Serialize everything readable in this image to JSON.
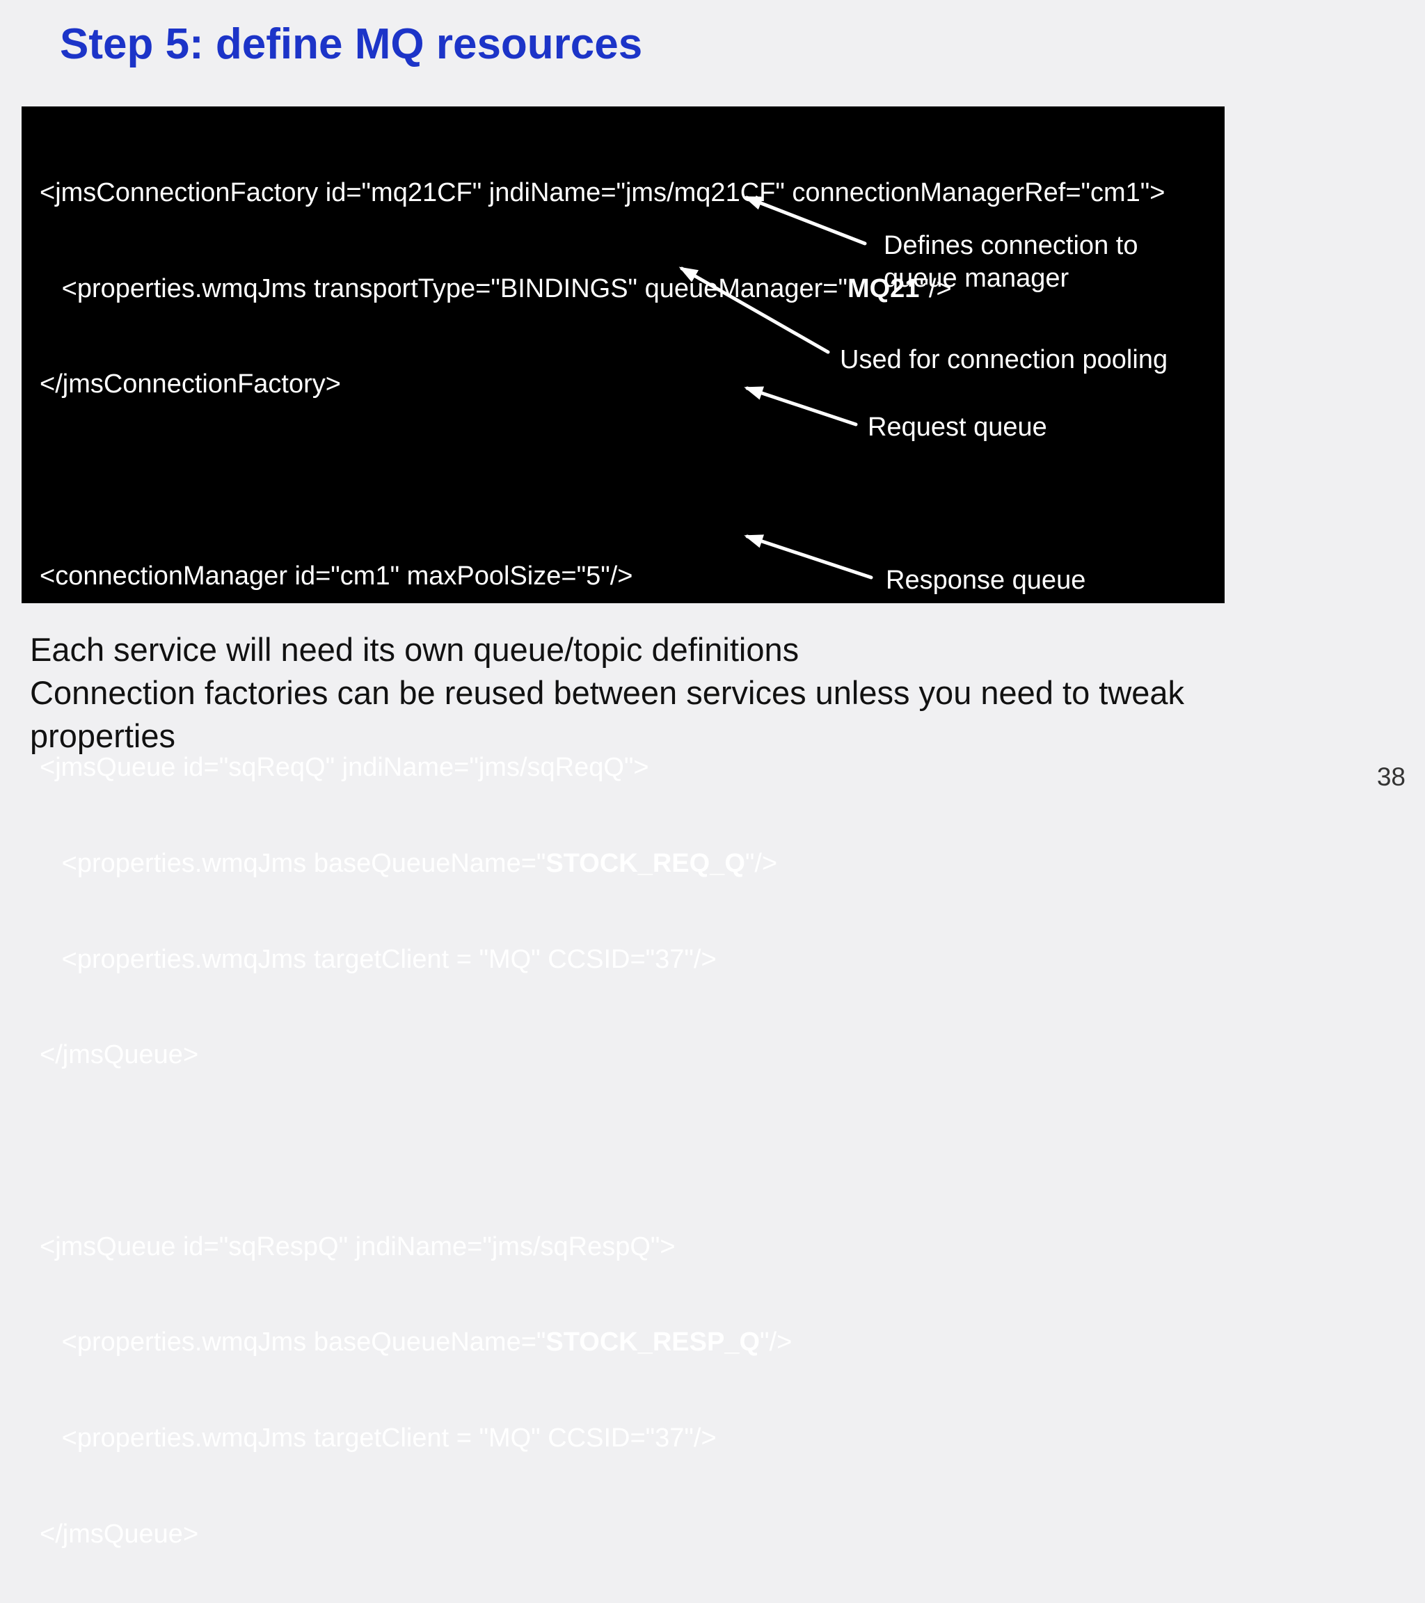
{
  "slide": {
    "title": "Step 5: define MQ resources",
    "page_number": "38"
  },
  "colors": {
    "background": "#f0f0f2",
    "title_blue": "#1c34c8",
    "code_background": "#000000",
    "code_text": "#ffffff",
    "annotation_text": "#ffffff",
    "arrow": "#ffffff",
    "body_text": "#111111",
    "page_number": "#333333"
  },
  "code": {
    "lines": [
      {
        "pre": "<jmsConnectionFactory id=\"mq21CF\" jndiName=\"jms/mq21CF\" connectionManagerRef=\"cm1\">"
      },
      {
        "pre": "   <properties.wmqJms transportType=\"BINDINGS\" queueManager=\"",
        "bold": "MQ21",
        "post": "\"/>"
      },
      {
        "pre": "</jmsConnectionFactory>"
      },
      {
        "pre": ""
      },
      {
        "pre": "<connectionManager id=\"cm1\" maxPoolSize=\"5\"/>"
      },
      {
        "pre": ""
      },
      {
        "pre": "<jmsQueue id=\"sqReqQ\" jndiName=\"jms/sqReqQ\">"
      },
      {
        "pre": "   <properties.wmqJms baseQueueName=\"",
        "bold": "STOCK_REQ_Q",
        "post": "\"/>"
      },
      {
        "pre": "   <properties.wmqJms targetClient = \"MQ\" CCSID=\"37\"/>"
      },
      {
        "pre": "</jmsQueue>"
      },
      {
        "pre": ""
      },
      {
        "pre": "<jmsQueue id=\"sqRespQ\" jndiName=\"jms/sqRespQ\">"
      },
      {
        "pre": "   <properties.wmqJms baseQueueName=\"",
        "bold": "STOCK_RESP_Q",
        "post": "\"/>"
      },
      {
        "pre": "   <properties.wmqJms targetClient = \"MQ\" CCSID=\"37\"/>"
      },
      {
        "pre": "</jmsQueue>"
      }
    ]
  },
  "annotations": {
    "defines": {
      "line1": "Defines connection to",
      "line2": "queue manager"
    },
    "pooling": {
      "label": "Used for connection pooling"
    },
    "request": {
      "label": "Request queue"
    },
    "response": {
      "label": "Response queue"
    }
  },
  "footer": {
    "line1": "Each service will need its own queue/topic definitions",
    "line2": "Connection factories can be reused between services unless you need to tweak",
    "line3": "properties"
  }
}
